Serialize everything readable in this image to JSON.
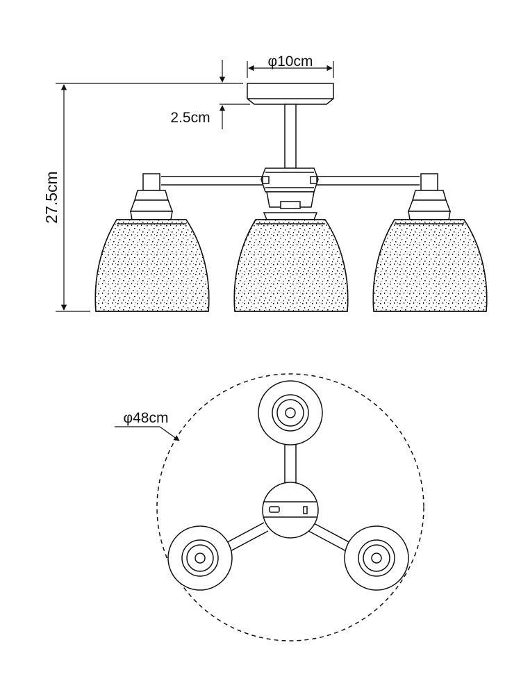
{
  "dimensions": {
    "canopy_diameter": "φ10cm",
    "canopy_height": "2.5cm",
    "total_height": "27.5cm",
    "overall_diameter": "φ48cm"
  },
  "colors": {
    "line": "#111111",
    "background": "#ffffff"
  },
  "views": {
    "front": "elevation",
    "bottom": "plan"
  }
}
